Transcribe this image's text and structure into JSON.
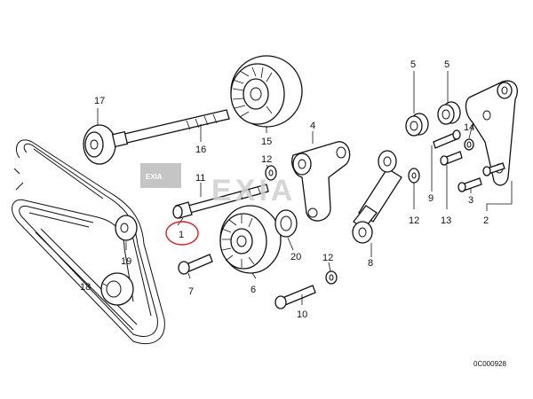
{
  "watermark": {
    "text": "EXIA",
    "badge": "EXIA"
  },
  "diagram_code": "0C000928",
  "callouts": [
    {
      "id": "c17",
      "text": "17"
    },
    {
      "id": "c16",
      "text": "16"
    },
    {
      "id": "c15",
      "text": "15"
    },
    {
      "id": "c4",
      "text": "4"
    },
    {
      "id": "c5a",
      "text": "5"
    },
    {
      "id": "c5b",
      "text": "5"
    },
    {
      "id": "c14",
      "text": "14"
    },
    {
      "id": "c12a",
      "text": "12"
    },
    {
      "id": "c11",
      "text": "11"
    },
    {
      "id": "c1",
      "text": "1"
    },
    {
      "id": "c19",
      "text": "19"
    },
    {
      "id": "c18",
      "text": "18"
    },
    {
      "id": "c7",
      "text": "7"
    },
    {
      "id": "c6",
      "text": "6"
    },
    {
      "id": "c20",
      "text": "20"
    },
    {
      "id": "c12b",
      "text": "12"
    },
    {
      "id": "c10",
      "text": "10"
    },
    {
      "id": "c8",
      "text": "8"
    },
    {
      "id": "c12c",
      "text": "12"
    },
    {
      "id": "c9",
      "text": "9"
    },
    {
      "id": "c13",
      "text": "13"
    },
    {
      "id": "c3",
      "text": "3"
    },
    {
      "id": "c2",
      "text": "2"
    }
  ],
  "highlight": {
    "color": "#d62020",
    "target": "1"
  }
}
